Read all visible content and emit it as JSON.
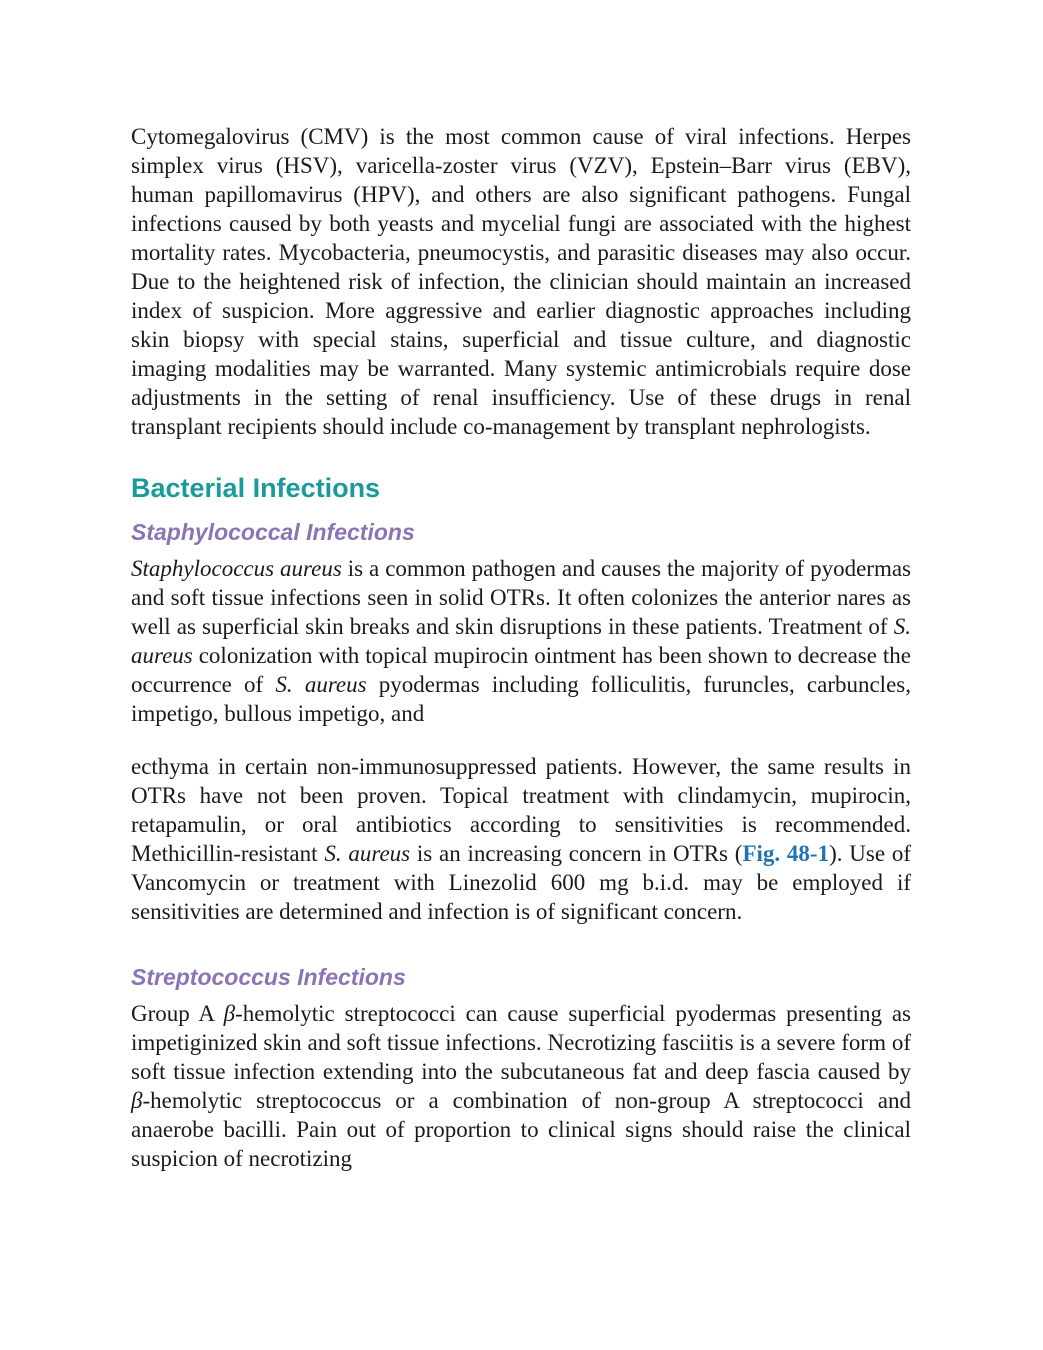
{
  "intro_paragraph": "Cytomegalovirus (CMV) is the most common cause of viral infections. Herpes simplex virus (HSV), varicella-zoster virus (VZV), Epstein–Barr virus (EBV), human papillomavirus (HPV), and others are also significant pathogens. Fungal infections caused by both yeasts and mycelial fungi are associated with the highest mortality rates. Mycobacteria, pneumocystis, and parasitic diseases may also occur. Due to the heightened risk of infection, the clinician should maintain an increased index of suspicion. More aggressive and earlier diagnostic approaches including skin biopsy with special stains, superficial and tissue culture, and diagnostic imaging modalities may be warranted. Many systemic antimicrobials require dose adjustments in the setting of renal insufficiency. Use of these drugs in renal transplant recipients should include co-management by transplant nephrologists.",
  "section_title": "Bacterial Infections",
  "staph": {
    "heading": "Staphylococcal Infections",
    "p1": {
      "t1": "Staphylococcus aureus",
      "t2": " is a common pathogen and causes the majority of pyodermas and soft tissue infections seen in solid OTRs. It often colonizes the anterior nares as well as superficial skin breaks and skin disruptions in these patients. Treatment of ",
      "t3": "S. aureus",
      "t4": " colonization with topical mupirocin ointment has been shown to decrease the occurrence of ",
      "t5": "S. aureus",
      "t6": " pyodermas including folliculitis, furuncles, carbuncles, impetigo, bullous impetigo, and"
    },
    "p2": {
      "t1": "ecthyma in certain non-immunosuppressed patients. However, the same results in OTRs have not been proven. Topical treatment with clindamycin, mupirocin, retapamulin, or oral antibiotics according to sensitivities is recommended. Methicillin-resistant ",
      "t2": "S. aureus",
      "t3": " is an increasing concern in OTRs (",
      "fig_ref": "Fig. 48-1",
      "t4": "). Use of Vancomycin or treatment with Linezolid 600 mg b.i.d. may be employed if sensitivities are determined and infection is of significant concern."
    }
  },
  "strep": {
    "heading": "Streptococcus Infections",
    "p1": {
      "t1": "Group A ",
      "beta1": "β",
      "t2": "-hemolytic streptococci can cause superficial pyodermas presenting as impetiginized skin and soft tissue infections. Necrotizing fasciitis is a severe form of soft tissue infection extending into the subcutaneous fat and deep fascia caused by ",
      "beta2": "β",
      "t3": "-hemolytic streptococcus or a combination of non-group A streptococci and anaerobe bacilli. Pain out of proportion to clinical signs should raise the clinical suspicion of necrotizing"
    }
  }
}
